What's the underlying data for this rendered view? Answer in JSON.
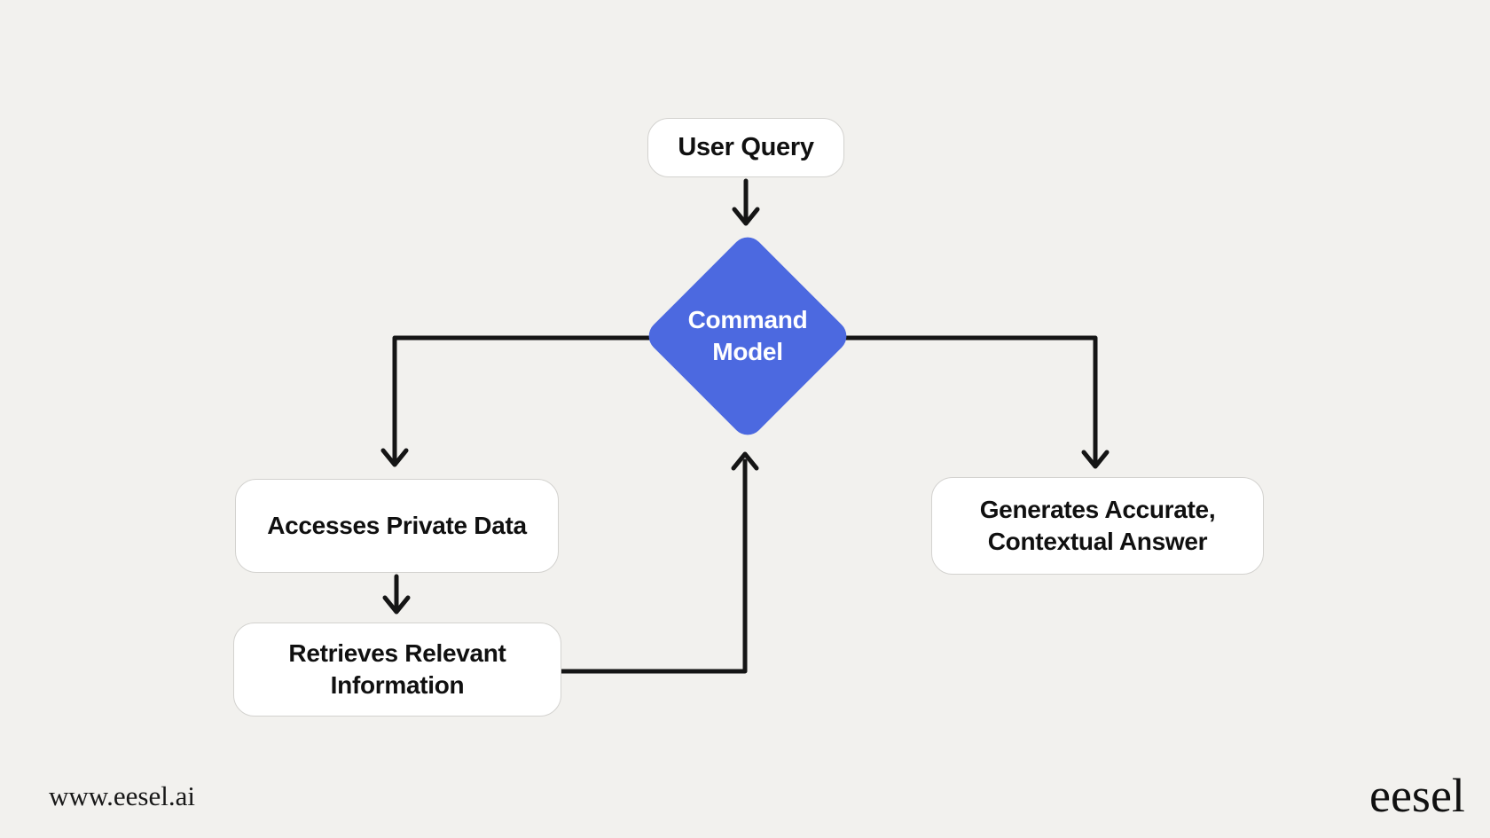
{
  "page": {
    "background_color": "#f2f1ee",
    "line_color": "#151515",
    "accent_color": "#4c69e0"
  },
  "diagram": {
    "nodes": {
      "user_query": {
        "label": "User Query",
        "shape": "rounded-rect"
      },
      "command_model": {
        "lines": [
          "Command",
          "Model"
        ],
        "shape": "diamond",
        "fill": "#4c69e0"
      },
      "accesses_private_data": {
        "label": "Accesses Private Data",
        "shape": "rounded-rect"
      },
      "retrieves_relevant_information": {
        "label": "Retrieves Relevant Information",
        "shape": "rounded-rect"
      },
      "generates_answer": {
        "label": "Generates Accurate, Contextual Answer",
        "shape": "rounded-rect"
      }
    },
    "edges": [
      {
        "from": "user_query",
        "to": "command_model"
      },
      {
        "from": "command_model",
        "to": "accesses_private_data"
      },
      {
        "from": "accesses_private_data",
        "to": "retrieves_relevant_information"
      },
      {
        "from": "retrieves_relevant_information",
        "to": "command_model"
      },
      {
        "from": "command_model",
        "to": "generates_answer"
      }
    ]
  },
  "footer": {
    "website": "www.eesel.ai",
    "logo": "eesel"
  }
}
